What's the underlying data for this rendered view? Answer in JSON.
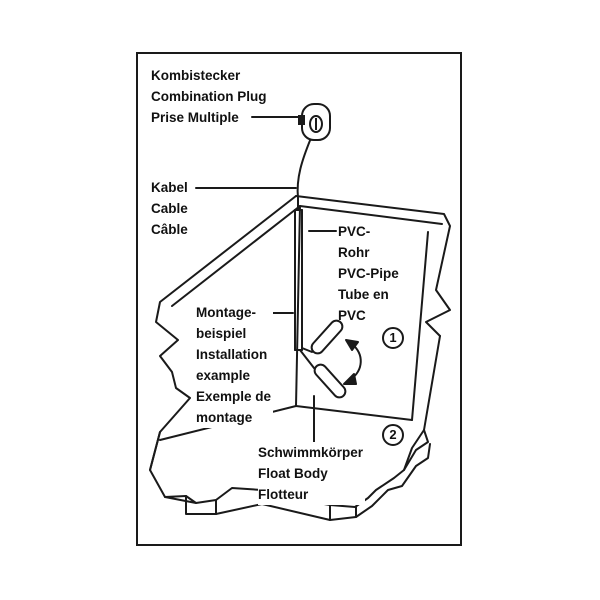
{
  "labels": {
    "plug": [
      "Kombistecker",
      "Combination Plug",
      "Prise Multiple"
    ],
    "cable": [
      "Kabel",
      "Cable",
      "Câble"
    ],
    "pipe": [
      "PVC-",
      "Rohr",
      "PVC-Pipe",
      "Tube en",
      "PVC"
    ],
    "installation": [
      "Montage-",
      "beispiel",
      "Installation",
      "example",
      "Exemple de",
      "montage"
    ],
    "float": [
      "Schwimmkörper",
      "Float Body",
      "Flotteur"
    ]
  },
  "markers": {
    "one": "1",
    "two": "2"
  },
  "colors": {
    "line": "#1a1a1a",
    "background": "#ffffff"
  }
}
